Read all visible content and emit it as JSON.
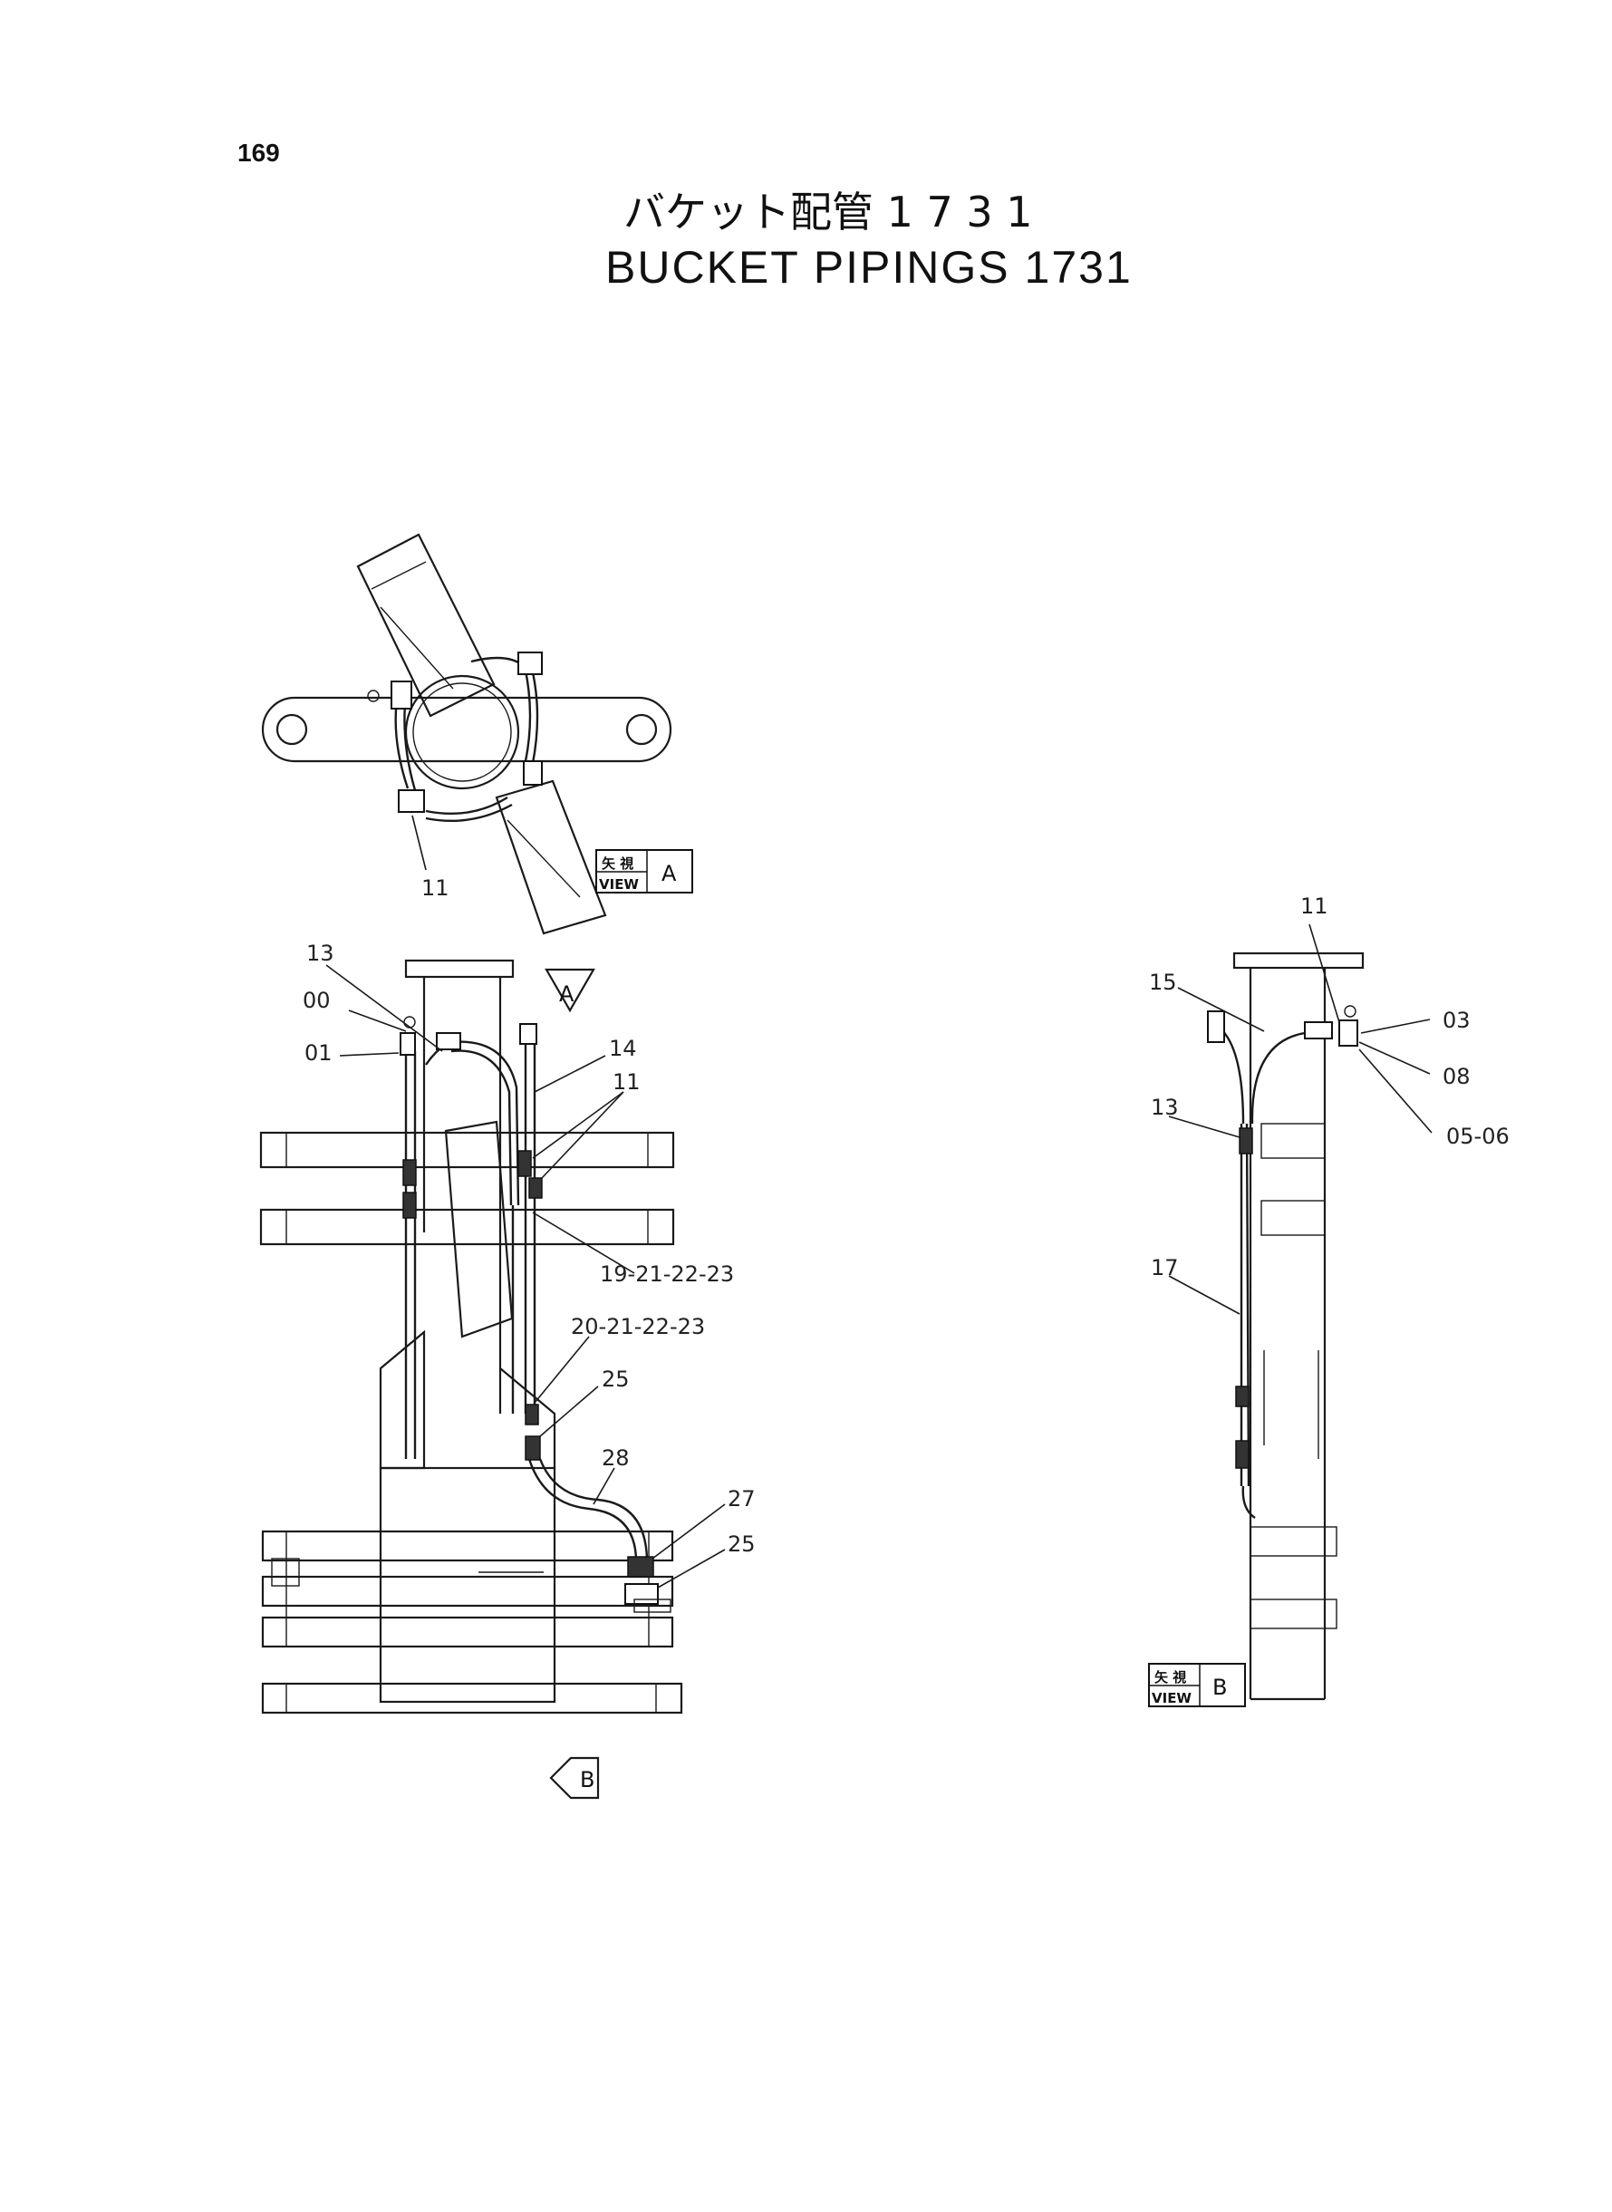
{
  "page_number": "169",
  "title": {
    "japanese": "バケット配管 1 7 3 1",
    "english": "BUCKET PIPINGS 1731"
  },
  "view_a": {
    "box_small": "矢 視",
    "box_label": "VIEW",
    "box_letter": "A",
    "callouts": [
      "11"
    ]
  },
  "front_view": {
    "arrow_a": "A",
    "arrow_b": "B",
    "callouts": [
      "13",
      "00",
      "01",
      "14",
      "11",
      "19-21-22-23",
      "20-21-22-23",
      "25",
      "28",
      "27",
      "25"
    ]
  },
  "view_b": {
    "box_small": "矢 視",
    "box_label": "VIEW",
    "box_letter": "B",
    "callouts": [
      "11",
      "15",
      "03",
      "13",
      "08",
      "05-06",
      "17"
    ]
  }
}
